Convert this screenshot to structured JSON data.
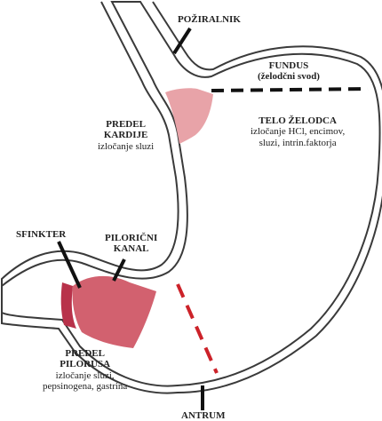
{
  "labels": {
    "poziralnik": {
      "title": "POŽIRALNIK"
    },
    "fundus": {
      "title": "FUNDUS",
      "subtitle": "(želodčni svod)"
    },
    "telo": {
      "title": "TELO ŽELODCA",
      "desc": [
        "izločanje HCl, encimov,",
        "sluzi, intrin.faktorja"
      ]
    },
    "kardija": {
      "title": [
        "PREDEL",
        "KARDIJE"
      ],
      "desc": "izločanje sluzi"
    },
    "sfinkter": {
      "title": "SFINKTER"
    },
    "kanal": {
      "title": [
        "PILORIČNI",
        "KANAL"
      ]
    },
    "pilorus": {
      "title": [
        "PREDEL",
        "PILORUSA"
      ],
      "desc": [
        "izločanje sluzi,",
        "pepsinogena, gastrina"
      ]
    },
    "antrum": {
      "title": "ANTRUM"
    }
  },
  "colors": {
    "outline": "#3a3a3a",
    "cardia_fill": "#e8a3a8",
    "pylorus_fill": "#d2616f",
    "sphincter_fill": "#b8324a",
    "boundary_black": "#111111",
    "boundary_red": "#cc2229"
  }
}
